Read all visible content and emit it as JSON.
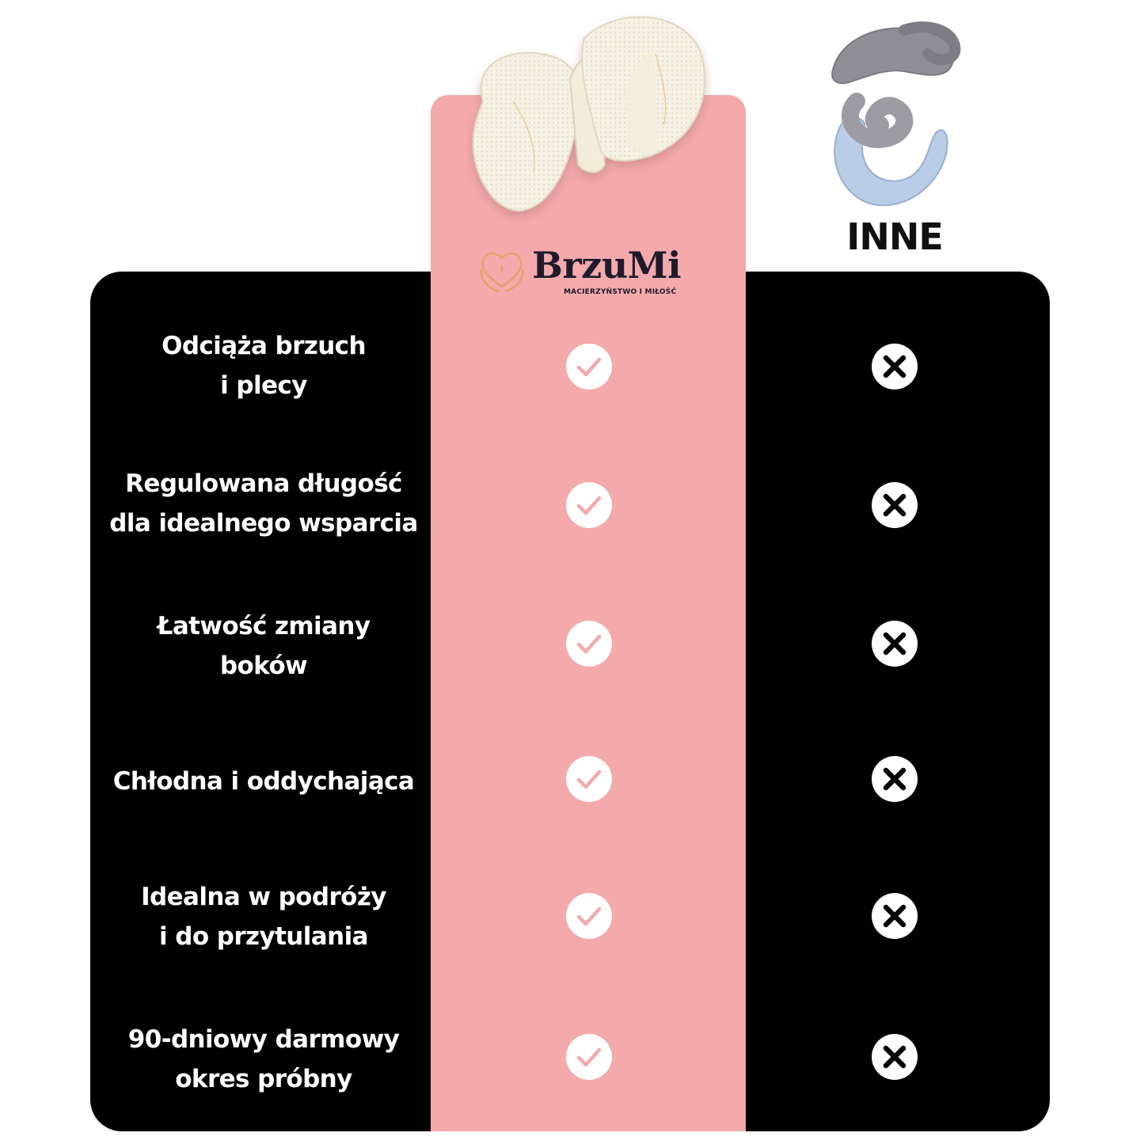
{
  "brand": {
    "name": "BrzuMi",
    "tagline": "MACIERZYŃSTWO I MIŁOŚĆ"
  },
  "competitor": {
    "label": "INNE"
  },
  "features": [
    {
      "lines": [
        "Odciąża brzuch",
        "i plecy"
      ]
    },
    {
      "lines": [
        "Regulowana długość",
        "dla idealnego wsparcia"
      ]
    },
    {
      "lines": [
        "Łatwość zmiany",
        "boków"
      ]
    },
    {
      "lines": [
        "Chłodna i oddychająca"
      ]
    },
    {
      "lines": [
        "Idealna w podróży",
        "i do przytulania"
      ]
    },
    {
      "lines": [
        "90-dniowy darmowy",
        "okres próbny"
      ]
    }
  ],
  "colors": {
    "panel": "#000000",
    "pink": "#f4a9aa",
    "check_circle": "#ffffff",
    "check_mark": "#f4a9aa",
    "brand_text": "#1e1b2c",
    "brand_icon": "#e6a26a"
  },
  "icons": {
    "yes": "check-circle-icon",
    "no": "x-circle-icon"
  }
}
